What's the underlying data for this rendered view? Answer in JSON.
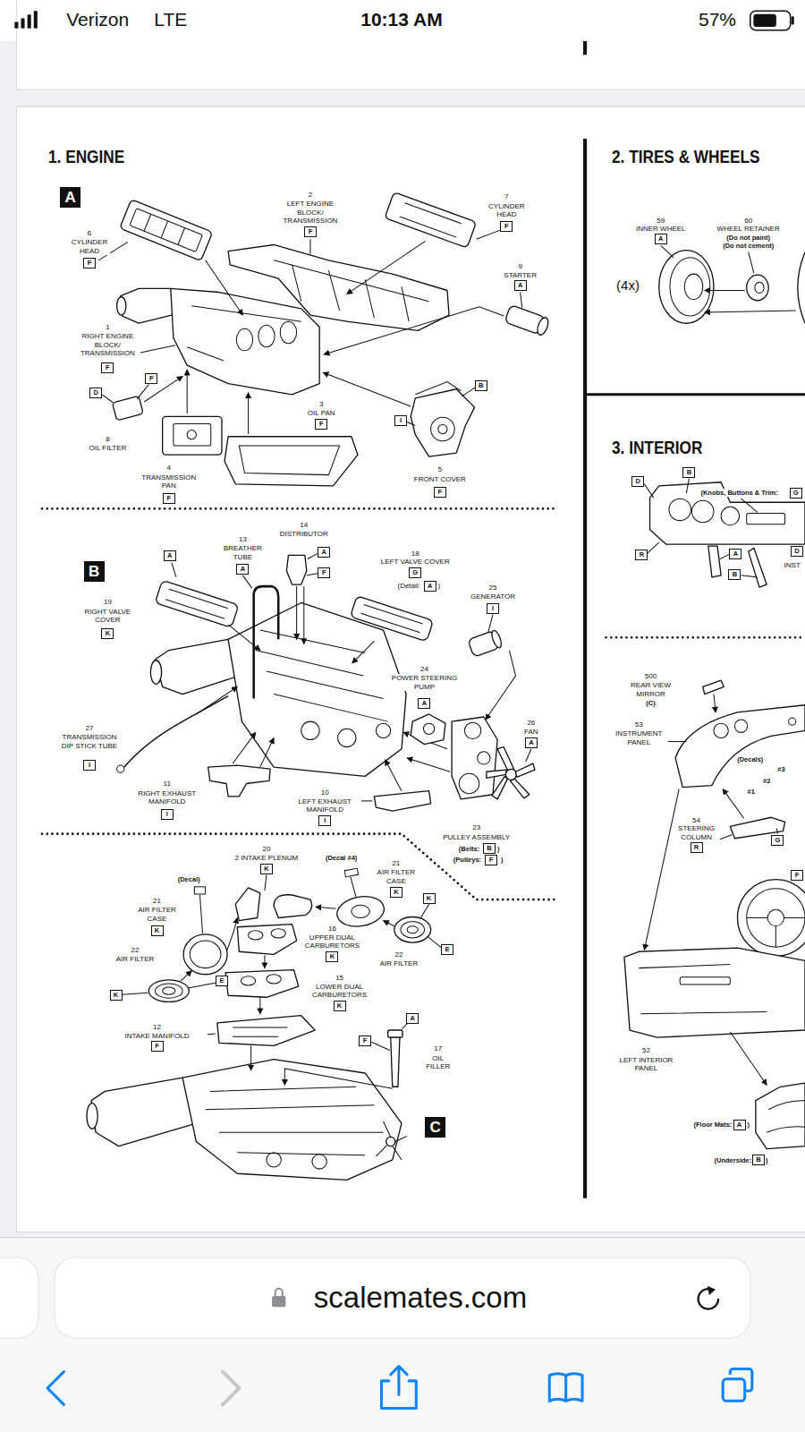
{
  "diagram": {
    "nodes": [
      {
        "text": [
          "A"
        ]
      },
      {
        "text": [
          "F"
        ]
      },
      {
        "text": [
          "F"
        ]
      },
      {
        "text": [
          "F"
        ]
      },
      {
        "text": [
          "A"
        ]
      },
      {
        "text": [
          "F"
        ]
      },
      {
        "text": [
          "F"
        ]
      },
      {
        "text": [
          "B"
        ]
      },
      {
        "text": [
          "D"
        ]
      },
      {
        "text": [
          "I"
        ]
      },
      {
        "text": [
          "F"
        ]
      },
      {
        "text": [
          "F"
        ]
      },
      {
        "text": [
          "F"
        ]
      },
      {
        "text": [
          "A"
        ]
      },
      {
        "text": [
          "A"
        ]
      },
      {
        "text": [
          "B"
        ]
      },
      {
        "text": [
          "A"
        ]
      },
      {
        "text": [
          "F"
        ]
      },
      {
        "text": [
          "G"
        ]
      },
      {
        "text": [
          "A"
        ]
      },
      {
        "text": [
          "I"
        ]
      },
      {
        "text": [
          "K"
        ]
      },
      {
        "text": [
          "A"
        ]
      },
      {
        "text": [
          "A"
        ]
      },
      {
        "text": [
          "I"
        ]
      },
      {
        "text": [
          "I"
        ]
      },
      {
        "text": [
          "I"
        ]
      },
      {
        "text": [
          "B"
        ]
      },
      {
        "text": [
          "F"
        ]
      },
      {
        "text": [
          "K"
        ]
      },
      {
        "text": [
          "K"
        ]
      },
      {
        "text": [
          "K"
        ]
      },
      {
        "text": [
          "K"
        ]
      },
      {
        "text": [
          "E"
        ]
      },
      {
        "text": [
          "K"
        ]
      },
      {
        "text": [
          "E"
        ]
      },
      {
        "text": [
          "K"
        ]
      },
      {
        "text": [
          "K"
        ]
      },
      {
        "text": [
          "A"
        ]
      },
      {
        "text": [
          "F"
        ]
      },
      {
        "text": [
          "F"
        ]
      },
      {
        "text": [
          "C"
        ]
      },
      {
        "text": [
          "A"
        ]
      },
      {
        "text": [
          "D"
        ]
      },
      {
        "text": [
          "B"
        ]
      },
      {
        "text": [
          "G"
        ]
      },
      {
        "text": [
          "R"
        ]
      },
      {
        "text": [
          "A"
        ]
      },
      {
        "text": [
          "D"
        ]
      },
      {
        "text": [
          "B"
        ]
      },
      {
        "text": [
          "R"
        ]
      },
      {
        "text": [
          "G"
        ]
      },
      {
        "text": [
          "F"
        ]
      },
      {
        "text": [
          "A"
        ]
      },
      {
        "text": [
          "B"
        ]
      },
      {
        "text": [
          "scalemates.com"
        ]
      }
    ],
    "labels": [
      "Verizon",
      "LTE",
      "10:13 AM",
      "57%",
      "1. ENGINE",
      "2. TIRES & WHEELS",
      "6",
      "CYLINDER HEAD",
      "2",
      "LEFT ENGINE BLOCK/ TRANSMISSION",
      "7",
      "CYLINDER HEAD",
      "9",
      "STARTER",
      "1",
      "RIGHT ENGINE BLOCK/ TRANSMISSION",
      "8",
      "OIL FILTER",
      "3",
      "OIL PAN",
      "4",
      "TRANSMISSION PAN",
      "5",
      "FRONT COVER",
      "13",
      "BREATHER TUBE",
      "14",
      "DISTRIBUTOR",
      "18",
      "LEFT VALVE COVER",
      "(Detail:",
      ")",
      "25",
      "GENERATOR",
      "19",
      "RIGHT VALVE COVER",
      "24",
      "POWER STEERING PUMP",
      "26",
      "FAN",
      "27",
      "TRANSMISSION DIP STICK TUBE",
      "11",
      "RIGHT EXHAUST MANIFOLD",
      "10",
      "LEFT EXHAUST MANIFOLD",
      "23",
      "PULLEY ASSEMBLY",
      "(Belts:",
      ")",
      "(Pulleys:",
      ")",
      "20",
      "2 INTAKE PLENUM",
      "(Decal #4)",
      "(Decal)",
      "21",
      "AIR FILTER CASE",
      "21",
      "AIR FILTER CASE",
      "22",
      "AIR FILTER",
      "16",
      "UPPER DUAL CARBURETORS",
      "22",
      "AIR FILTER",
      "15",
      "LOWER DUAL CARBURETORS",
      "12",
      "INTAKE MANIFOLD",
      "17",
      "OIL FILLER",
      "59",
      "INNER WHEEL",
      "60",
      "WHEEL RETAINER",
      "(Do not paint)",
      "(Do not cement)",
      "(4x)",
      "3. INTERIOR",
      "(Knobs, Buttons & Trim:",
      "INST",
      "500",
      "REAR VIEW MIRROR",
      "(C)",
      "53",
      "INSTRUMENT PANEL",
      "(Decals)",
      "#3",
      "#2",
      "#1",
      "54",
      "STEERING COLUMN",
      "52",
      "LEFT INTERIOR PANEL",
      "(Floor Mats:",
      ")",
      "(Underside:",
      ")"
    ]
  }
}
